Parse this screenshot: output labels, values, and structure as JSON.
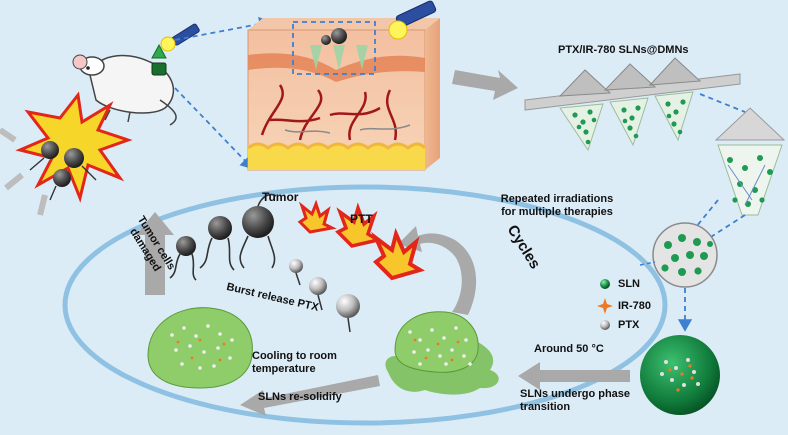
{
  "labels": {
    "product": "PTX/IR-780 SLNs@DMNs",
    "repeated": "Repeated irradiations for multiple therapies",
    "cycles": "Cycles",
    "tumor": "Tumor",
    "ptt": "PTT",
    "burst": "Burst release PTX",
    "cooling": "Cooling to room temperature",
    "resolidify": "SLNs re-solidify",
    "around": "Around 50 °C",
    "transition": "SLNs undergo phase transition",
    "tumor_damaged": "Tumor cells damaged"
  },
  "legend": [
    {
      "label": "SLN",
      "icon": "green-sphere-icon",
      "color": "#1f9a52"
    },
    {
      "label": "IR-780",
      "icon": "orange-star-icon",
      "color": "#f07820"
    },
    {
      "label": "PTX",
      "icon": "grey-sphere-icon",
      "color": "#b8b8b8"
    }
  ],
  "colors": {
    "background": "#dcecf7",
    "arrow": "#a9a9a9",
    "ellipse": "#8fc1e3",
    "sln_green": "#7bbf58",
    "dashed": "#3f7fd0"
  }
}
